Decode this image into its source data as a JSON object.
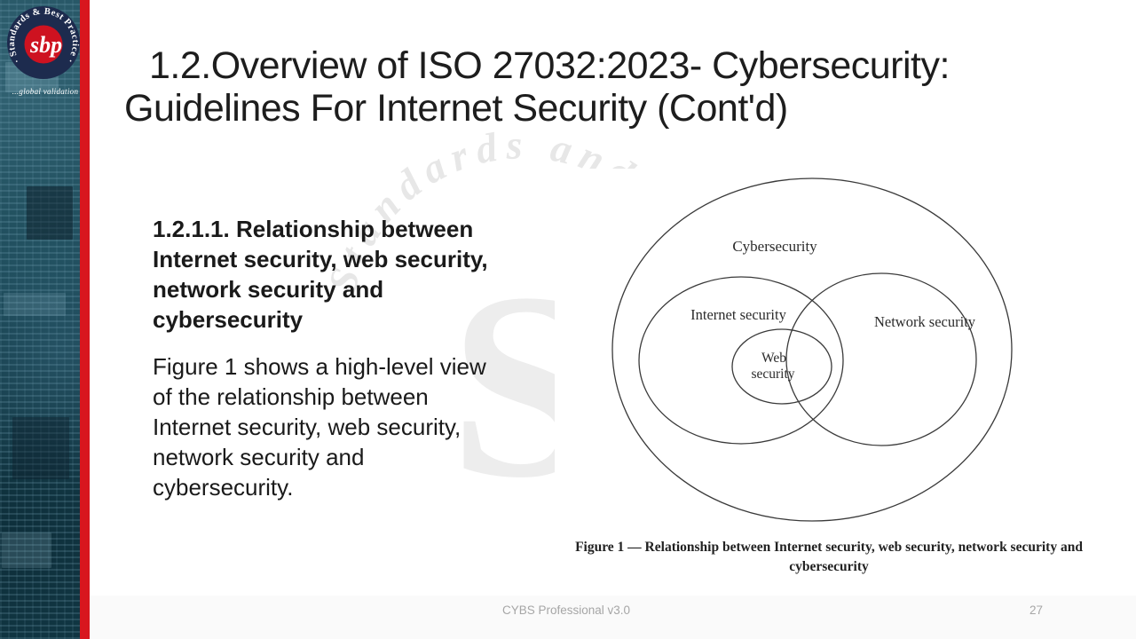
{
  "title": "1.2.Overview of ISO 27032:2023- Cybersecurity:\nGuidelines For Internet Security (Cont'd)",
  "logo": {
    "arc_text": "· Standards & Best Practice ·",
    "initials": "sbp",
    "tagline": "...global validation"
  },
  "watermark": {
    "arc_text": "Standards and Best",
    "center_letter": "S"
  },
  "body": {
    "heading": "1.2.1.1. Relationship between\nInternet security, web security,\nnetwork security and\ncybersecurity",
    "paragraph": "Figure 1 shows a high-level view\nof the relationship between\nInternet security, web security,\nnetwork security and\ncybersecurity."
  },
  "figure": {
    "labels": {
      "outer": "Cybersecurity",
      "left": "Internet security",
      "right": "Network security",
      "inner_line1": "Web",
      "inner_line2": "security"
    },
    "caption": "Figure 1 — Relationship between Internet security, web security, network security and\ncybersecurity"
  },
  "footer": {
    "left": "CYBS Professional v3.0",
    "page_number": "27"
  },
  "colors": {
    "sidebar_teal": "#154250",
    "accent_red": "#d8161e",
    "logo_navy": "#1d2b4e",
    "logo_red": "#ce1220",
    "title_text": "#1d1d1d",
    "body_text": "#1a1a1a",
    "diagram_stroke": "#3a3a3a",
    "footer_text": "#a6a6a6",
    "watermark_gray": "#e9e9e9"
  }
}
